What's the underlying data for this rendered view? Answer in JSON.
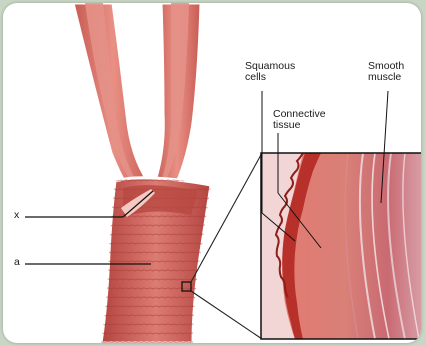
{
  "labels": {
    "x": "x",
    "a": "a",
    "squamous": "Squamous\ncells",
    "connective": "Connective\ntissue",
    "smooth": "Smooth\nmuscle"
  },
  "colors": {
    "background": "#c9d6c4",
    "tissue_light": "#e6867c",
    "tissue_mid": "#d7675f",
    "tissue_dark": "#b44a44",
    "epithelium": "#c0392b",
    "muscle": "#c95b6a"
  }
}
